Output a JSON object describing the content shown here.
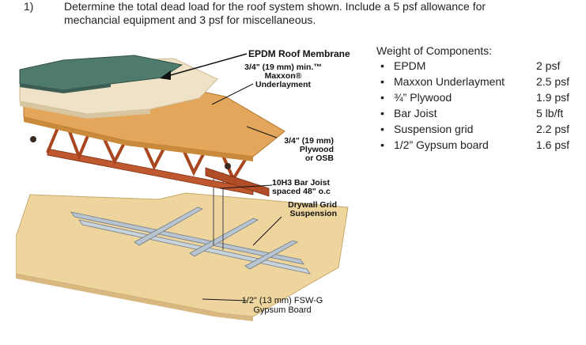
{
  "problem": {
    "number": "1)",
    "line1": "Determine the total dead load for the roof system shown.  Include a 5 psf allowance for",
    "line2": "mechancial equipment and 3 psf for miscellaneous."
  },
  "figure_labels": {
    "epdm": "EPDM Roof Membrane",
    "maxxon_1": "3/4\" (19 mm) min.™",
    "maxxon_2": "Maxxon®",
    "maxxon_3": "Underlayment",
    "plywood_1": "3/4\" (19 mm)",
    "plywood_2": "Plywood",
    "plywood_3": "or OSB",
    "joist_1": "10H3 Bar Joist",
    "joist_2": "spaced 48\" o.c",
    "grid_1": "Drywall Grid",
    "grid_2": "Suspension",
    "gypsum_1": "1/2\" (13 mm) FSW-G",
    "gypsum_2": "Gypsum Board"
  },
  "weights": {
    "title": "Weight of Components:",
    "bullet": "•",
    "items": [
      {
        "name": "EPDM",
        "value": "2 psf"
      },
      {
        "name": "Maxxon Underlayment",
        "value": "2.5 psf"
      },
      {
        "name": "¾” Plywood",
        "value": "1.9 psf"
      },
      {
        "name": "Bar Joist",
        "value": "5 lb/ft"
      },
      {
        "name": "Suspension grid",
        "value": "2.2 psf"
      },
      {
        "name": "1/2” Gypsum board",
        "value": "1.6 psf"
      }
    ]
  },
  "colors": {
    "membrane": "#4f7a6e",
    "underlayment": "#efe2c4",
    "plywood": "#e1a352",
    "joist": "#b9532f",
    "gypsum": "#efd7a4",
    "grid": "#a8b4c0"
  }
}
